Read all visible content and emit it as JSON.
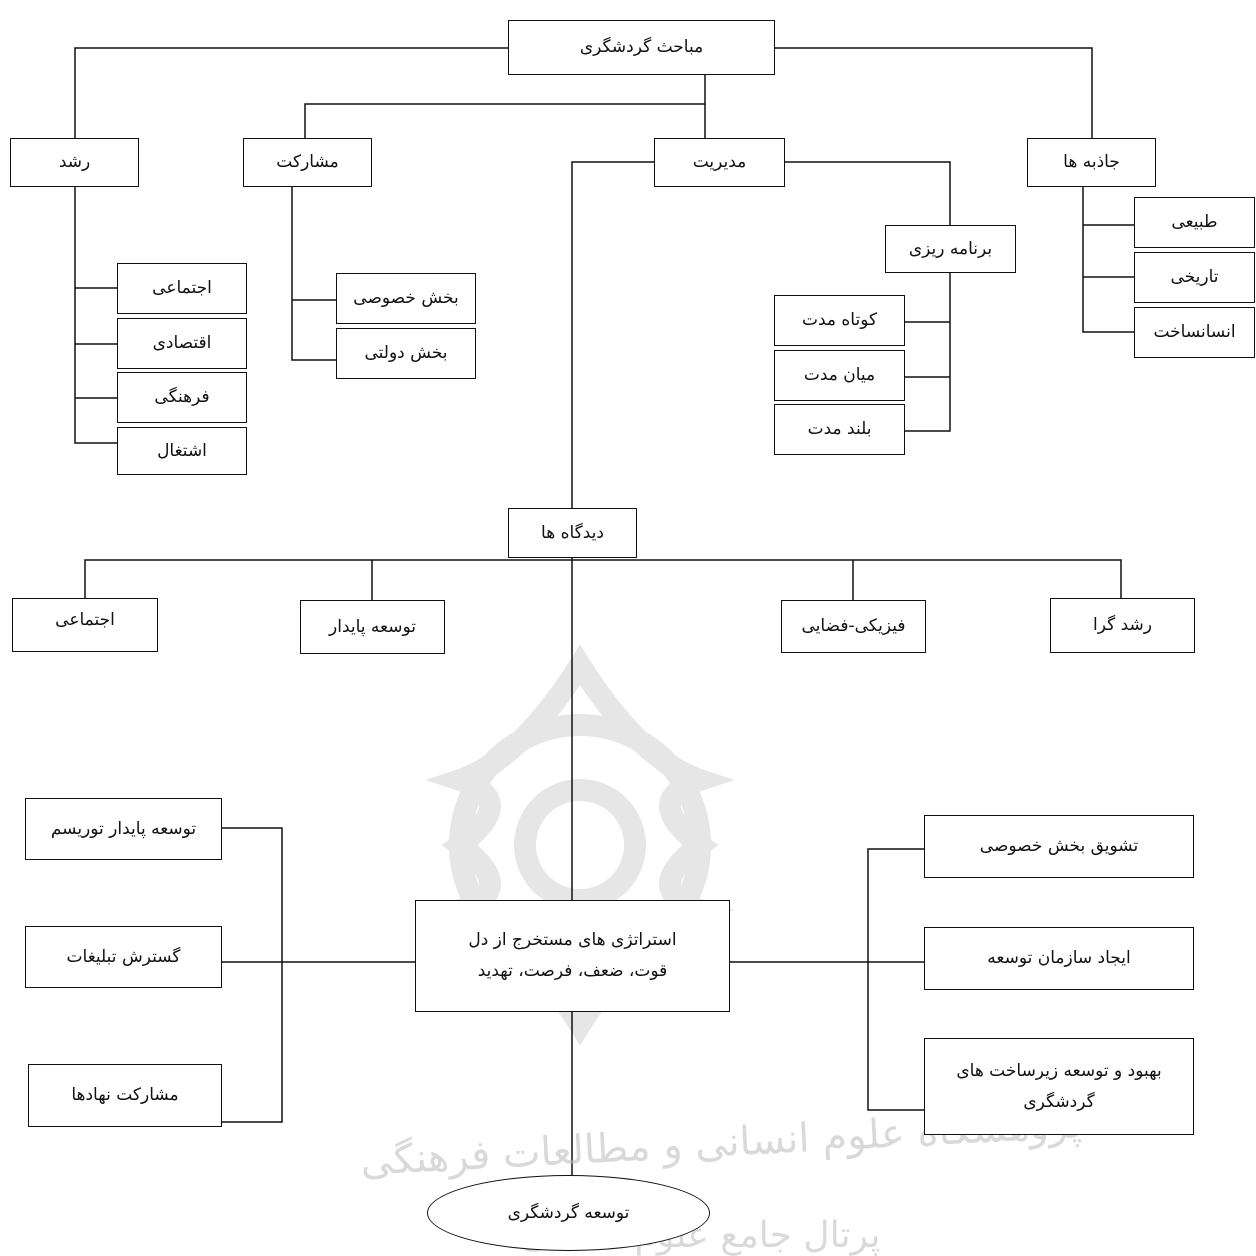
{
  "nodes": {
    "root": "مباحث گردشگری",
    "growth": "رشد",
    "participation": "مشارکت",
    "management": "مدیریت",
    "attractions": "جاذبه ها",
    "growth_social": "اجتماعی",
    "growth_economic": "اقتصادی",
    "growth_cultural": "فرهنگی",
    "growth_employment": "اشتغال",
    "private_sector": "بخش خصوصی",
    "public_sector": "بخش دولتی",
    "planning": "برنامه ریزی",
    "short_term": "کوتاه مدت",
    "mid_term": "میان مدت",
    "long_term": "بلند مدت",
    "natural": "طبیعی",
    "historical": "تاریخی",
    "man_made": "انسانساخت",
    "perspectives": "دیدگاه ها",
    "view_social": "اجتماعی",
    "view_sustainable": "توسعه پایدار",
    "view_physical": "فیزیکی-فضایی",
    "view_growth": "رشد گرا",
    "strategies_line1": "استراتژی های مستخرج از دل",
    "strategies_line2": "قوت، ضعف، فرصت، تهدید",
    "sustainable_tourism": "توسعه پایدار توریسم",
    "advertising": "گسترش تبلیغات",
    "institutions": "مشارکت نهادها",
    "encourage_private": "تشویق بخش خصوصی",
    "dev_org": "ایجاد سازمان توسعه",
    "infrastructure_line1": "بهبود و توسعه زیرساخت های",
    "infrastructure_line2": "گردشگری",
    "tourism_development": "توسعه گردشگری"
  },
  "watermark": {
    "line1": "پژوهشگاه علوم انسانی و مطالعات فرهنگی",
    "line2": "پرتال جامع علوم انسانی"
  }
}
